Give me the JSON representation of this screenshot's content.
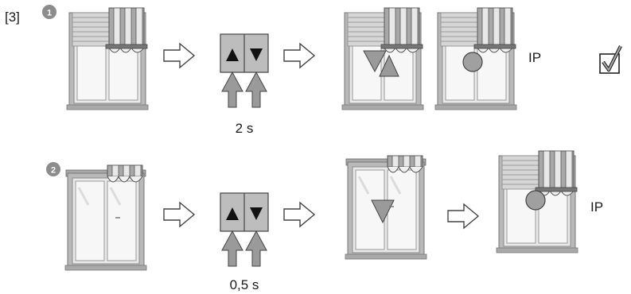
{
  "figure_ref": "[3]",
  "steps": [
    {
      "number": "1",
      "duration": "2 s",
      "result_label": "IP"
    },
    {
      "number": "2",
      "duration": "0,5 s",
      "result_label": "IP"
    }
  ],
  "icons": {
    "window": "window-with-roller-shutter-and-awning-icon",
    "control": "up-down-control-button-icon",
    "flow": "outline-arrow-right-icon",
    "done": "checkmark-box-icon"
  },
  "colors": {
    "badge": "#8c8c8c",
    "frame": "#b9b9b9",
    "glass": "#f4f4f4",
    "shutter": "#d6d6d6",
    "awning": "#a8a8a8",
    "ip_dot": "#a0a0a0",
    "button_bg": "#bdbdbd",
    "press_arrow": "#9a9a9a"
  }
}
